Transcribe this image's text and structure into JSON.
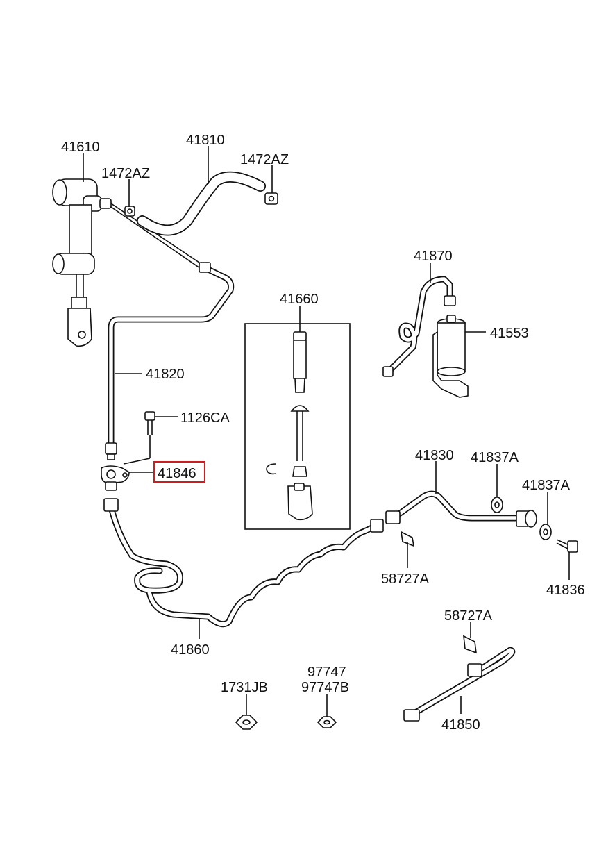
{
  "callouts": {
    "p41610": "41610",
    "p1472az_left": "1472AZ",
    "p41810": "41810",
    "p1472az_right": "1472AZ",
    "p41870": "41870",
    "p41553": "41553",
    "p41660": "41660",
    "p41820": "41820",
    "p1126ca": "1126CA",
    "p41846": "41846",
    "p41830": "41830",
    "p41837a_1": "41837A",
    "p41837a_2": "41837A",
    "p58727a_1": "58727A",
    "p41836": "41836",
    "p41860": "41860",
    "p58727a_2": "58727A",
    "p1731jb": "1731JB",
    "p97747": "97747",
    "p97747b": "97747B",
    "p41850": "41850"
  },
  "highlight": {
    "part": "41846",
    "color": "#d01c1c"
  }
}
